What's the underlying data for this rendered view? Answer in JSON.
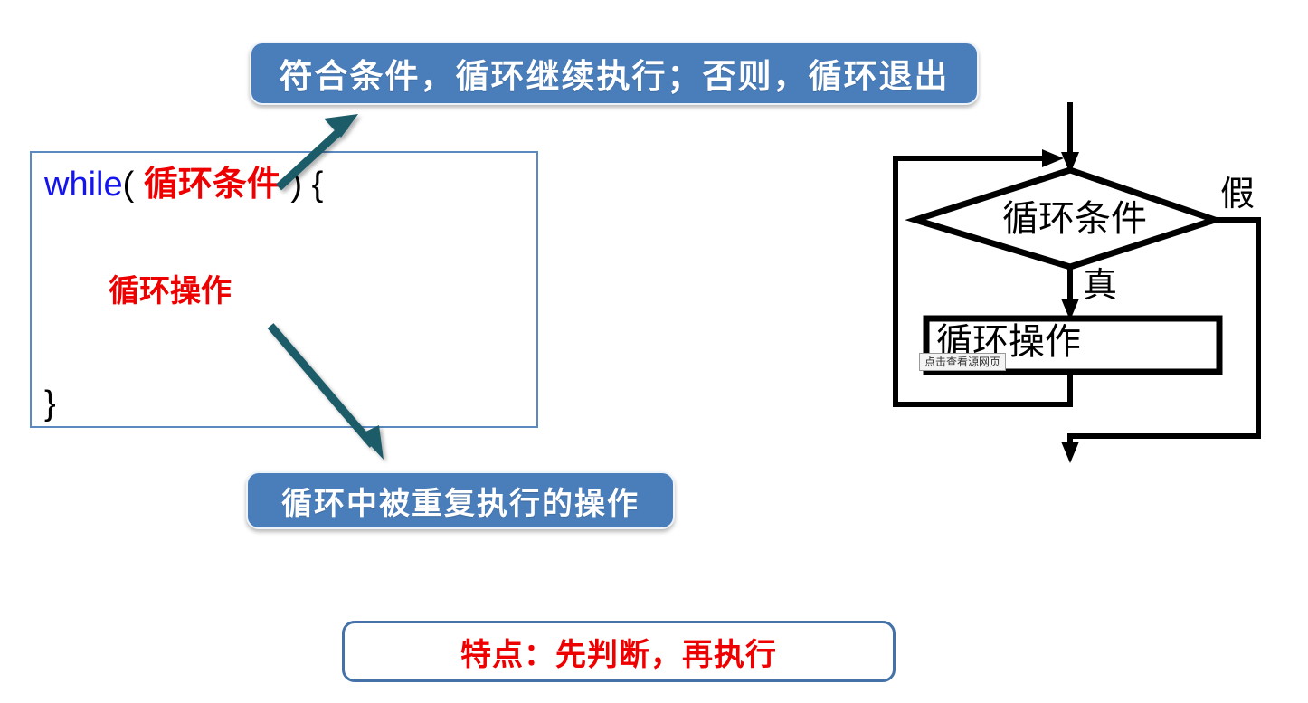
{
  "callouts": {
    "condition_note": "符合条件，循环继续执行；否则，循环退出",
    "body_note": "循环中被重复执行的操作"
  },
  "code_box": {
    "keyword": "while",
    "open_paren": "( ",
    "condition": "循环条件",
    "close_paren": " ) {",
    "operation": "循环操作",
    "close_brace": "}"
  },
  "summary": {
    "text": "特点：先判断，再执行"
  },
  "flowchart": {
    "decision_label": "循环条件",
    "true_label": "真",
    "false_label": "假",
    "process_label": "循环操作"
  },
  "overlay": {
    "tooltip": "点击查看源网页"
  },
  "colors": {
    "callout_blue": "#4a7ebb",
    "code_border_blue": "#5b8ac2",
    "summary_border_blue": "#4472a8",
    "keyword_blue": "#1414ee",
    "accent_red": "#ee0000",
    "arrow_teal": "#1f5c68",
    "flow_black": "#000000"
  }
}
